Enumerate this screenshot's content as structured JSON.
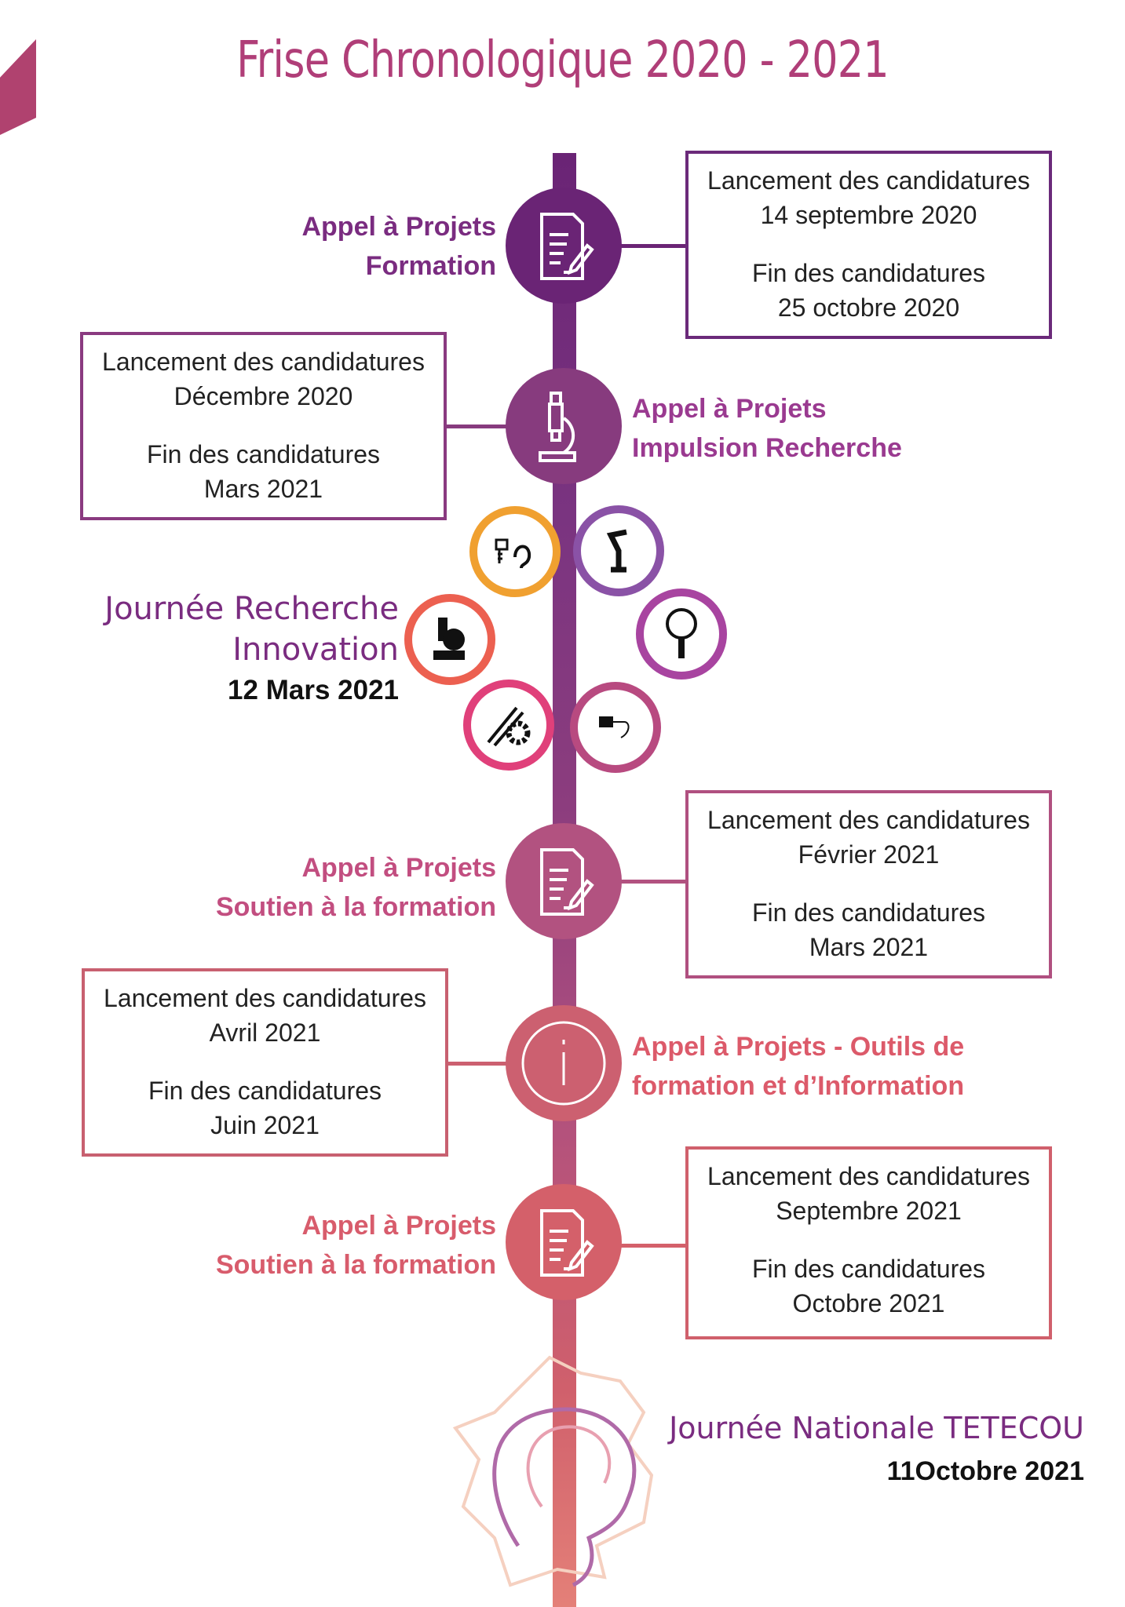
{
  "title": "Frise Chronologique 2020 - 2021",
  "events": [
    {
      "label1": "Appel à Projets",
      "label2": "Formation",
      "start_label": "Lancement des candidatures",
      "start_date": "14 septembre 2020",
      "end_label": "Fin des candidatures",
      "end_date": "25 octobre 2020",
      "icon": "document-pen-icon",
      "color": "#6a2475"
    },
    {
      "label1": "Appel à Projets",
      "label2": "Impulsion Recherche",
      "start_label": "Lancement des candidatures",
      "start_date": "Décembre 2020",
      "end_label": "Fin des candidatures",
      "end_date": "Mars 2021",
      "icon": "microscope-icon",
      "color": "#873b7e"
    },
    {
      "label1": "Appel à Projets",
      "label2": "Soutien à la formation",
      "start_label": "Lancement des candidatures",
      "start_date": "Février 2021",
      "end_label": "Fin des candidatures",
      "end_date": "Mars 2021",
      "icon": "document-pen-icon",
      "color": "#b25280"
    },
    {
      "label1": "Appel à Projets - Outils de",
      "label2": "formation et  d’Information",
      "start_label": "Lancement des candidatures",
      "start_date": "Avril 2021",
      "end_label": "Fin des candidatures",
      "end_date": "Juin 2021",
      "icon": "info-icon",
      "color": "#cc6070"
    },
    {
      "label1": "Appel à Projets",
      "label2": "Soutien à la formation",
      "start_label": "Lancement des candidatures",
      "start_date": "Septembre 2021",
      "end_label": "Fin des candidatures",
      "end_date": "Octobre 2021",
      "icon": "document-pen-icon",
      "color": "#d4606a"
    }
  ],
  "research_day": {
    "line1": "Journée Recherche",
    "line2": "Innovation",
    "date": "12 Mars 2021"
  },
  "national_day": {
    "title": "Journée Nationale TETECOU",
    "date": "11Octobre 2021"
  }
}
